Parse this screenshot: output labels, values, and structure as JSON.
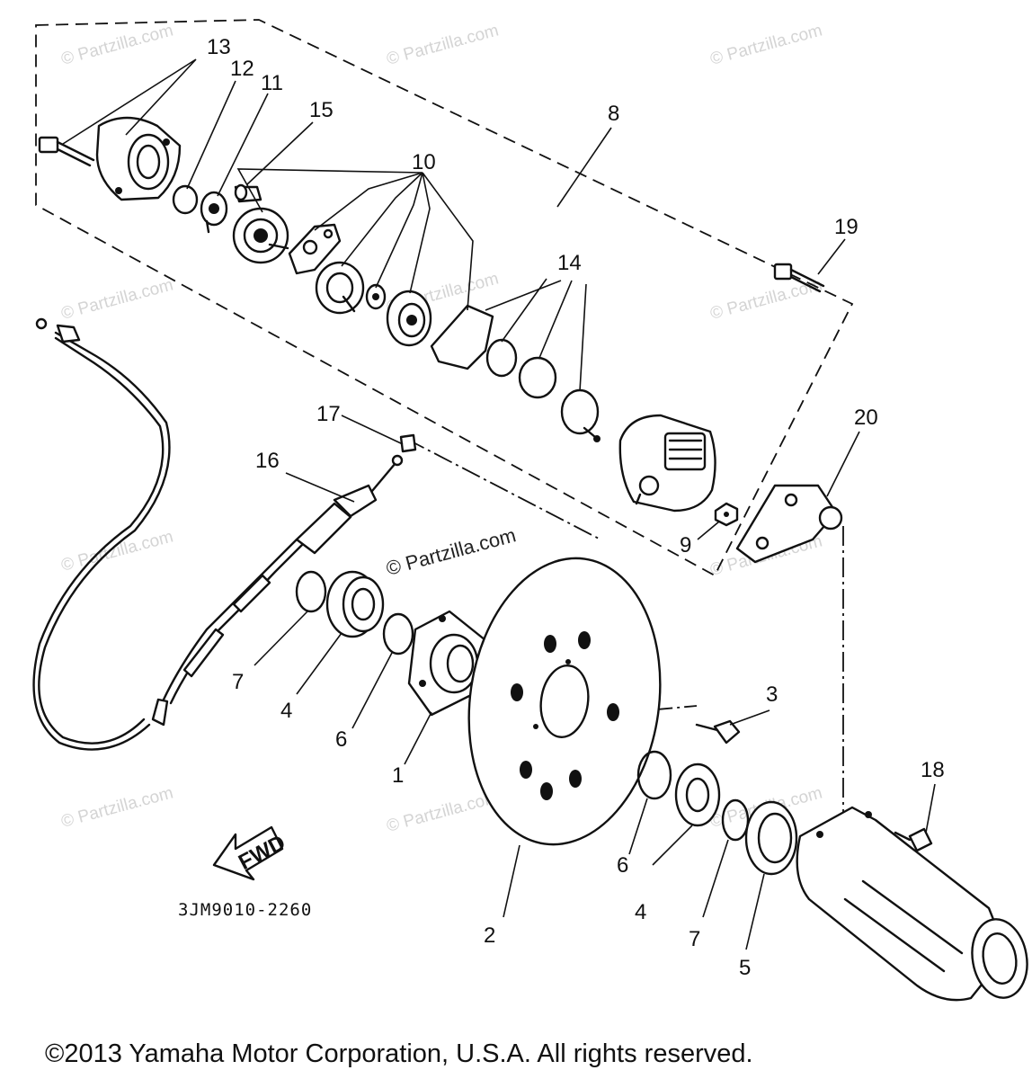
{
  "callouts": [
    "1",
    "2",
    "3",
    "4",
    "4",
    "5",
    "6",
    "6",
    "7",
    "7",
    "8",
    "9",
    "10",
    "11",
    "12",
    "13",
    "14",
    "15",
    "16",
    "17",
    "18",
    "19",
    "20"
  ],
  "fwd_label": "FWD",
  "diagram_code": "3JM9010-2260",
  "watermark": "© Partzilla.com",
  "copyright": "©2013 Yamaha Motor Corporation, U.S.A. All rights reserved."
}
